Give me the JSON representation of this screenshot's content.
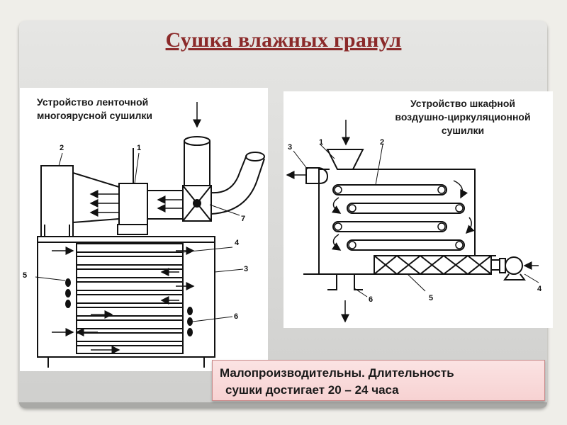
{
  "slide": {
    "title": "Сушка  влажных гранул"
  },
  "left_diagram": {
    "caption_line1": "Устройство ленточной",
    "caption_line2": "многоярусной сушилки",
    "labels": [
      "1",
      "2",
      "3",
      "4",
      "5",
      "6",
      "7"
    ]
  },
  "right_diagram": {
    "caption_line1": "Устройство шкафной",
    "caption_line2": "воздушно-циркуляционной",
    "caption_line3": "сушилки",
    "labels": [
      "1",
      "2",
      "3",
      "4",
      "5",
      "6"
    ]
  },
  "note": {
    "line1": "Малопроизводительны. Длительность",
    "line2": "сушки достигает 20 – 24 часа"
  }
}
